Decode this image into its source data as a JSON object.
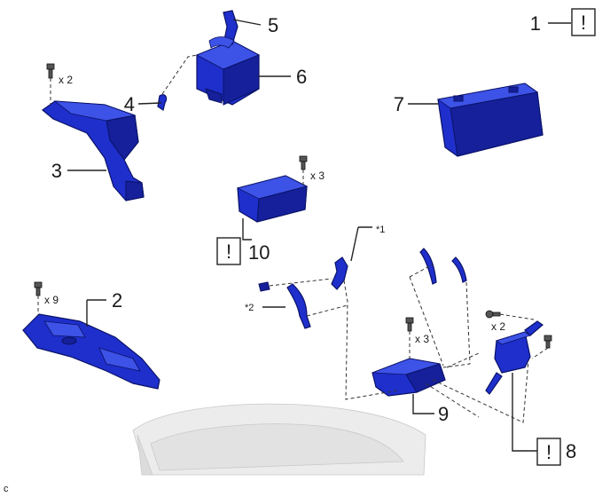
{
  "callouts": {
    "n1": "1",
    "n2": "2",
    "n3": "3",
    "n4": "4",
    "n5": "5",
    "n6": "6",
    "n7": "7",
    "n8": "8",
    "n9": "9",
    "n10": "10"
  },
  "notes": {
    "star1": "*1",
    "star2": "*2",
    "x2_a": "x 2",
    "x3_a": "x 3",
    "x9": "x 9",
    "x3_b": "x 3",
    "x2_b": "x 2"
  },
  "warning_symbol": "!",
  "corner_mark": "c",
  "colors": {
    "part": "#1f2fcc",
    "part_outline": "#0a1266"
  }
}
